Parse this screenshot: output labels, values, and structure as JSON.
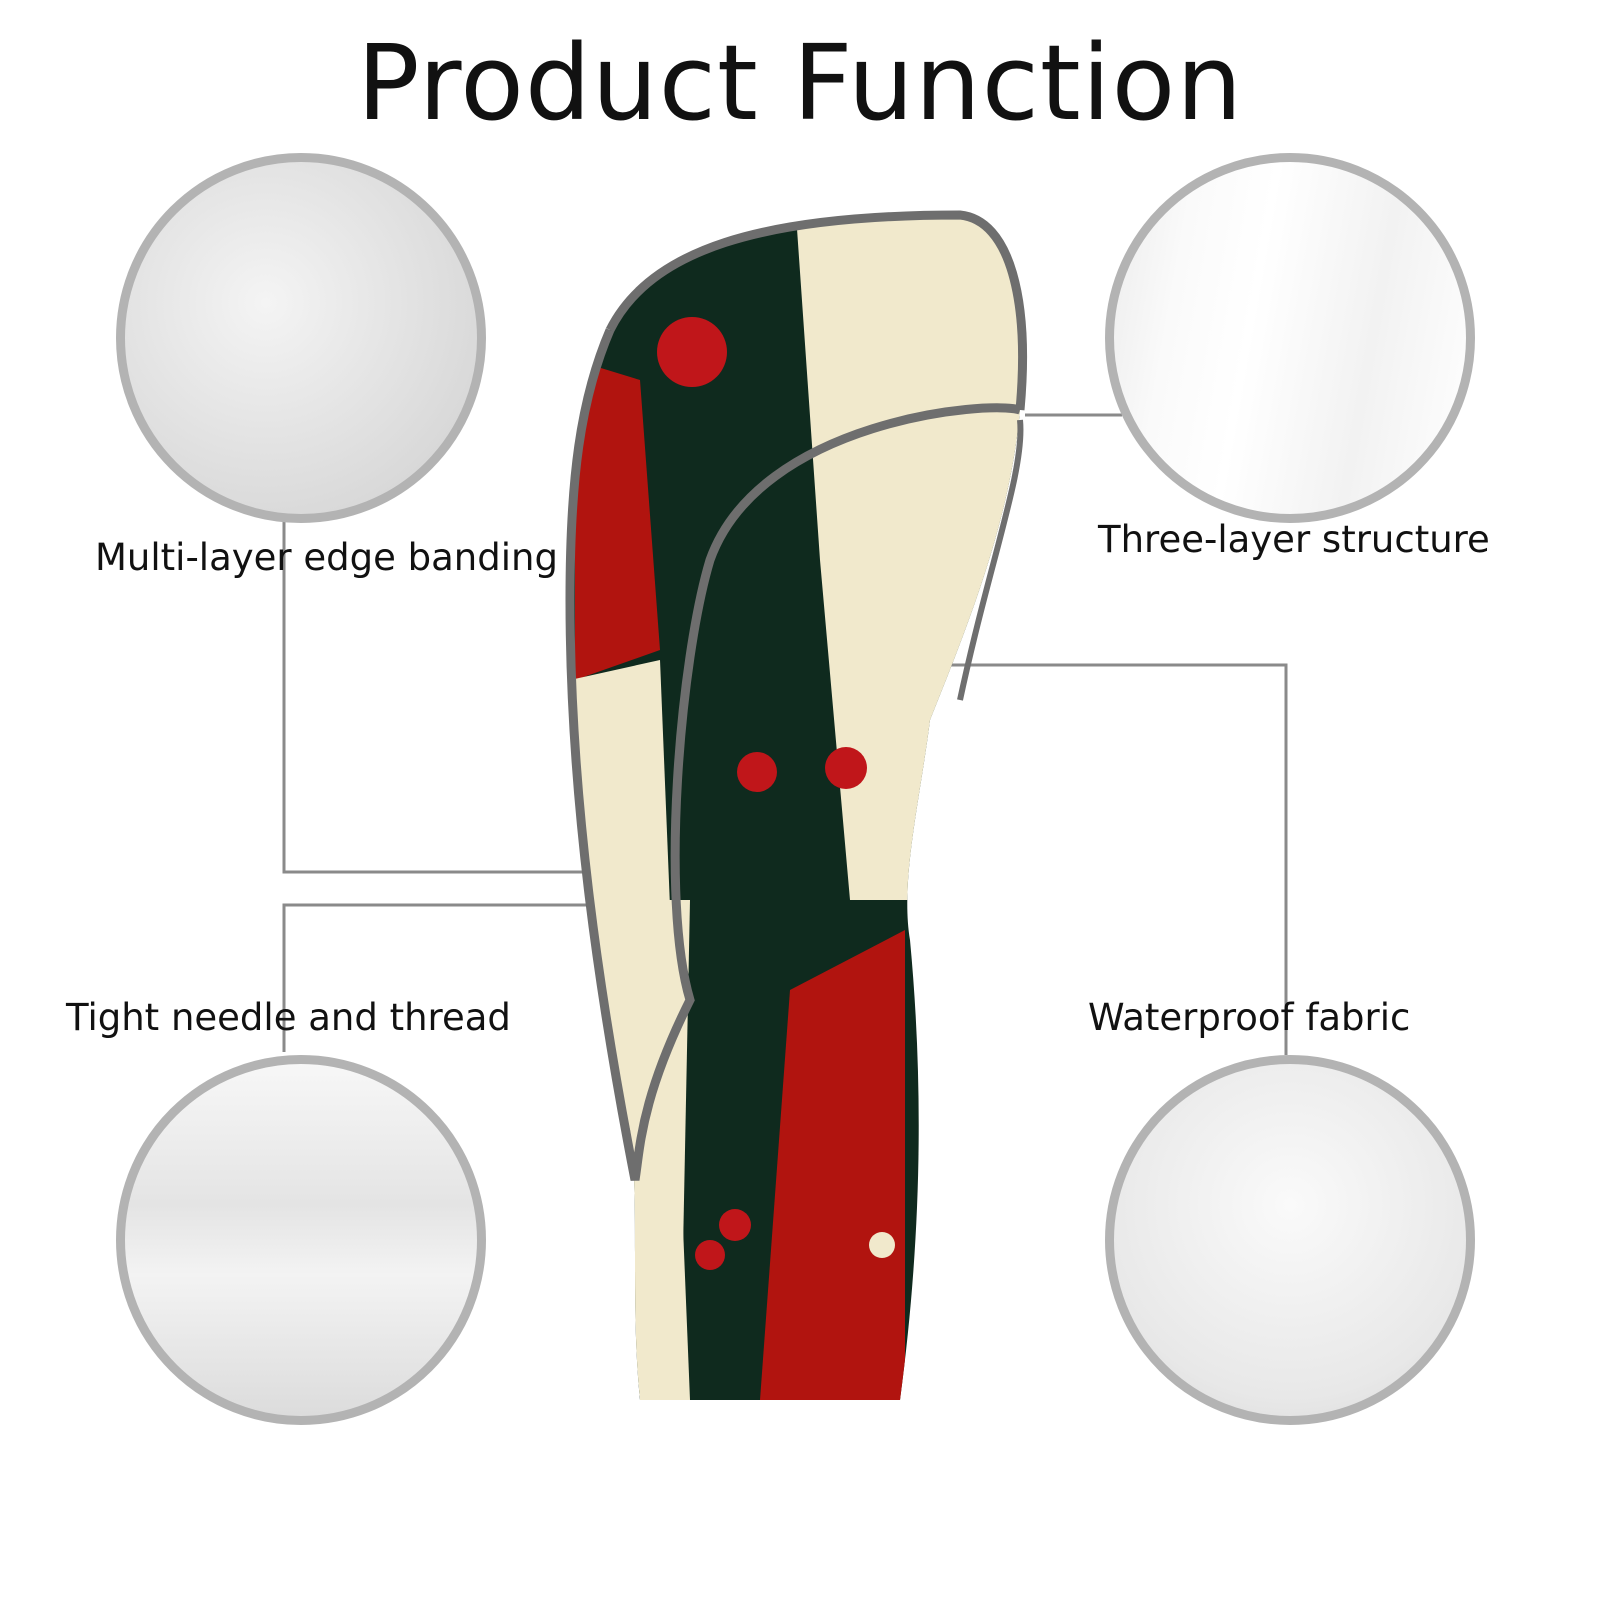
{
  "title": "Product Function",
  "features": [
    {
      "label": "Multi-layer edge banding",
      "icon": "fabric-folds-closeup"
    },
    {
      "label": "Three-layer structure",
      "icon": "edge-layer-closeup"
    },
    {
      "label": "Tight needle and thread",
      "icon": "stitching-closeup"
    },
    {
      "label": "Waterproof fabric",
      "icon": "water-droplets-closeup"
    }
  ],
  "colors": {
    "green": "#0f2a1e",
    "cream": "#f1e9cc",
    "red": "#b1140f",
    "trim": "#6e6e6e",
    "circle_border": "#b3b3b3"
  }
}
